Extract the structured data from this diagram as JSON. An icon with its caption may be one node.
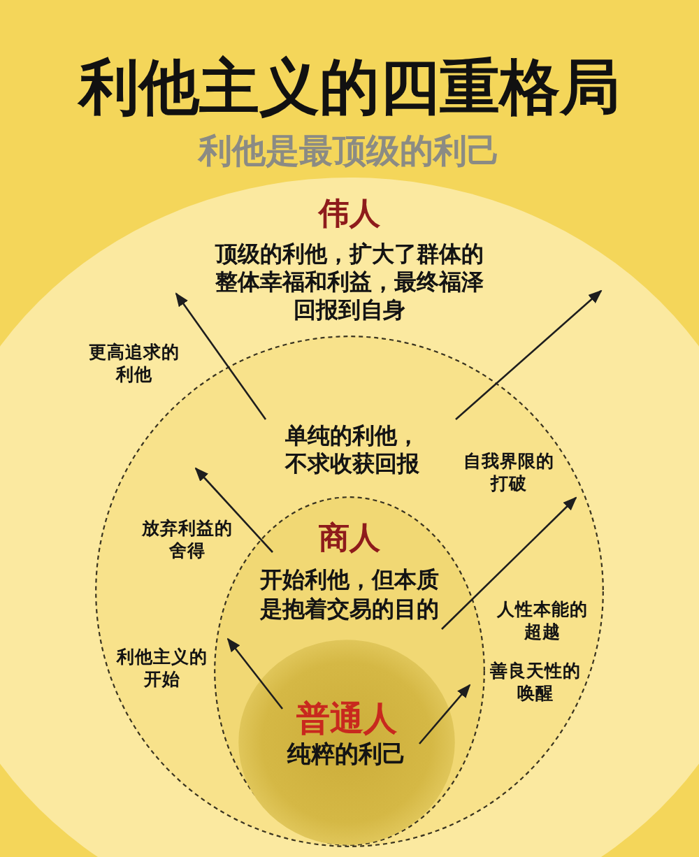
{
  "diagram": {
    "title": "利他主义的四重格局",
    "nodes": [
      {
        "text": [
          "伟人",
          "顶级的利他，扩大了群体的整体幸福和利益，最终福泽回报到自身"
        ]
      },
      {
        "text": [
          "单纯的利他，不求收获回报"
        ],
        "in": 0
      },
      {
        "text": [
          "商人",
          "开始利他，但本质是抱着交易的目的"
        ],
        "in": 1
      },
      {
        "text": [
          "普通人",
          "纯粹的利己"
        ],
        "in": 2
      }
    ],
    "edges": [
      {
        "from": 3,
        "to": 2,
        "arrow": "to",
        "label": "利他主义的开始"
      },
      {
        "from": 3,
        "to": 2,
        "arrow": "to",
        "label": "善良天性的唤醒"
      },
      {
        "from": 2,
        "to": 1,
        "arrow": "to",
        "label": "放弃利益的舍得"
      },
      {
        "from": 2,
        "to": 1,
        "arrow": "to",
        "label": "人性本能的超越"
      },
      {
        "from": 1,
        "to": 0,
        "arrow": "to",
        "label": "更高追求的利他"
      },
      {
        "from": 1,
        "to": 0,
        "arrow": "to",
        "label": "自我界限的打破"
      }
    ],
    "labels": [
      "利他是最顶级的利己"
    ]
  }
}
